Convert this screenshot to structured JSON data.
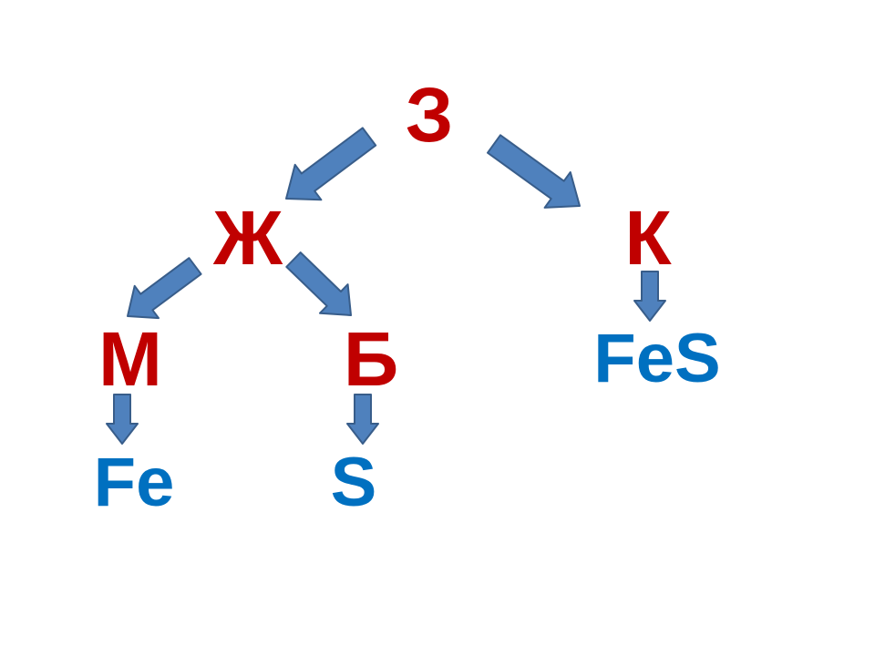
{
  "colors": {
    "concept": "#c00000",
    "substance": "#0070c0",
    "arrow_fill": "#4f81bd",
    "arrow_stroke": "#385d8a"
  },
  "nodes": {
    "z": "З",
    "zh": "Ж",
    "k": "К",
    "m": "М",
    "b": "Б",
    "fes": "FeS",
    "fe": "Fe",
    "s": "S"
  }
}
